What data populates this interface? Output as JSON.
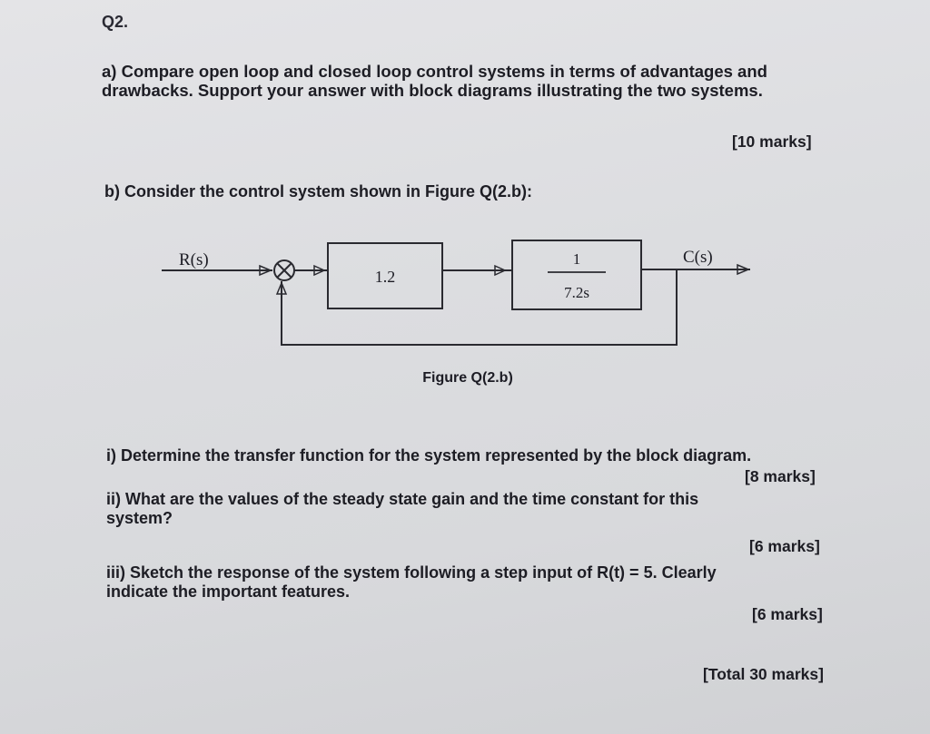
{
  "question_number": "Q2.",
  "part_a": {
    "line1": "a) Compare open loop and closed loop control systems in terms of advantages and",
    "line2": "drawbacks. Support your answer with block diagrams illustrating the two systems.",
    "marks": "[10 marks]"
  },
  "part_b": {
    "intro": "b) Consider the control system shown in Figure Q(2.b):",
    "figure": {
      "input_label": "R(s)",
      "output_label": "C(s)",
      "block1_gain": "1.2",
      "block2_numerator": "1",
      "block2_denominator": "7.2s",
      "caption": "Figure Q(2.b)"
    },
    "questions": [
      {
        "line1": "i) Determine the transfer function for the system represented by the block diagram.",
        "line2": "",
        "marks": "[8 marks]"
      },
      {
        "line1": "ii) What are the values of the steady state gain and the time constant for this",
        "line2": "system?",
        "marks": "[6 marks]"
      },
      {
        "line1": "iii) Sketch the response of the system following a step input of R(t) = 5. Clearly",
        "line2": "indicate the important features.",
        "marks": "[6 marks]"
      }
    ]
  },
  "total_marks": "[Total 30 marks]"
}
